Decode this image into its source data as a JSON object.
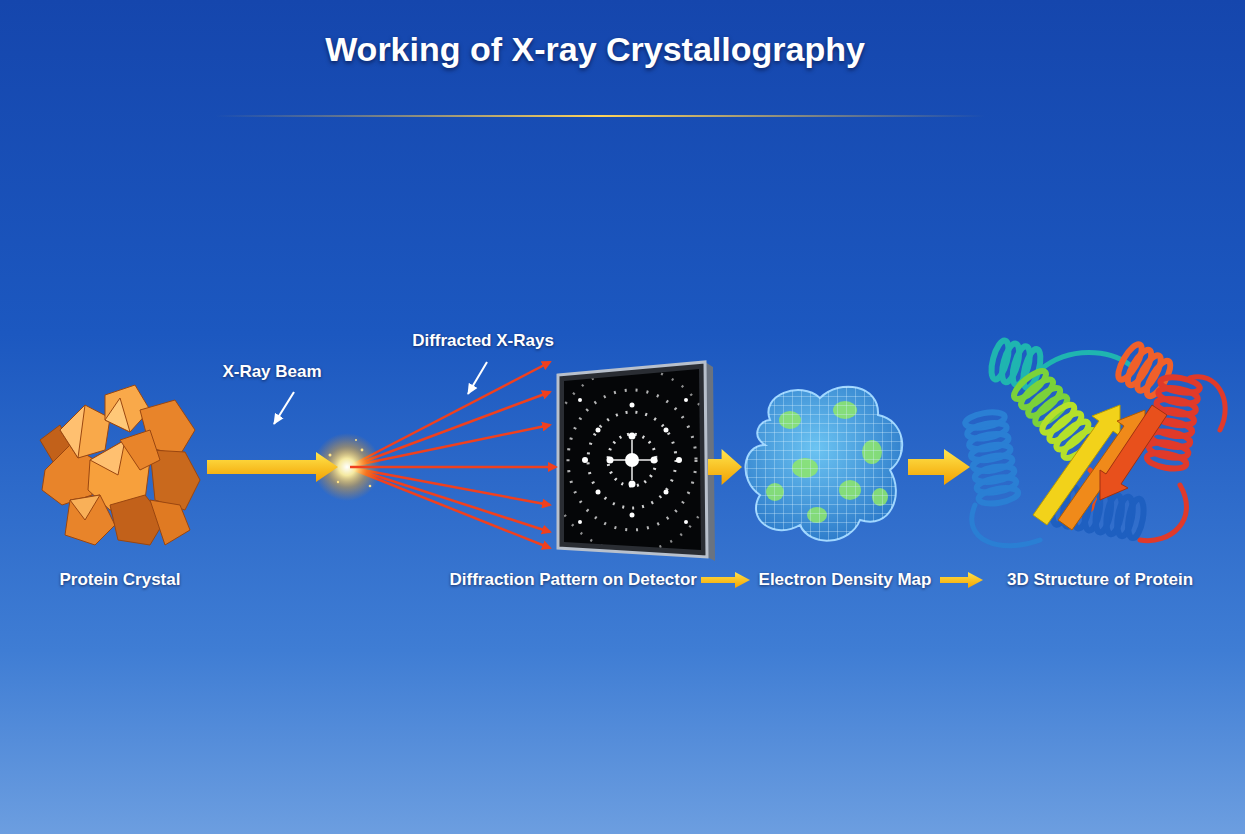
{
  "diagram": {
    "title": "Working of X-ray Crystallography",
    "nodes": [
      {
        "text": [
          "Protein Crystal"
        ]
      },
      {
        "text": [
          "Diffraction Pattern on Detector"
        ]
      },
      {
        "text": [
          "Electron Density Map"
        ]
      },
      {
        "text": [
          "3D Structure of Protein"
        ]
      }
    ],
    "edges": [
      {
        "from": 0,
        "to": 1,
        "arrow": "to"
      },
      {
        "from": 1,
        "to": 2,
        "arrow": "to"
      },
      {
        "from": 2,
        "to": 3,
        "arrow": "to"
      }
    ],
    "labels": [
      "X-Ray Beam",
      "Diffracted X-Rays"
    ]
  }
}
